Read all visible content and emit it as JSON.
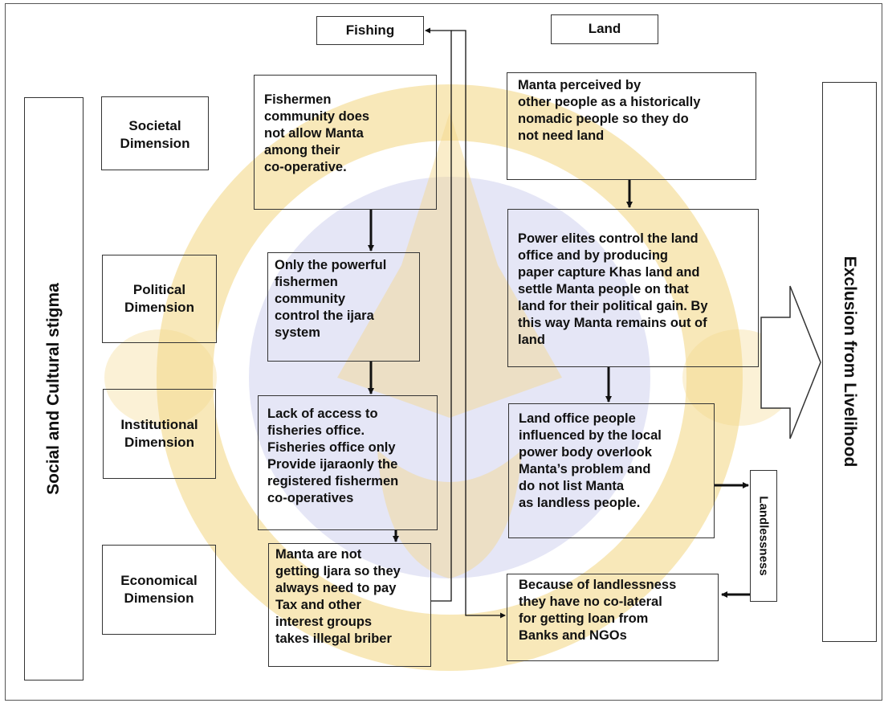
{
  "header": {
    "fishing": "Fishing",
    "land": "Land"
  },
  "side": {
    "stigma": "Social and Cultural stigma",
    "exclusion": "Exclusion from Livelihood",
    "landlessness": "Landlessness"
  },
  "dimensions": [
    "Societal\nDimension",
    "Political\nDimension",
    "Institutional\nDimension",
    "Economical\nDimension"
  ],
  "fishing_boxes": [
    "Fishermen\ncommunity does\nnot allow Manta\namong their\nco-operative.",
    "Only the powerful\nfishermen\ncommunity\ncontrol the ijara\nsystem",
    "Lack of access to\nfisheries office.\nFisheries office only\nProvide ijaraonly the\nregistered fishermen\n co-operatives",
    "Manta are not\ngetting Ijara so they\nalways need to pay\nTax and other\n interest groups\ntakes illegal briber"
  ],
  "land_boxes": [
    "Manta perceived by\nother people as a historically\nnomadic people so they do\nnot need  land",
    "Power elites   control the land\n office and by producing\npaper capture Khas land  and\nsettle Manta people on that\nland for their political gain. By\nthis way Manta remains out of\nland",
    "Land office people\ninfluenced by the local\npower body overlook\nManta’s problem and\n do not list Manta\nas landless people.",
    "Because of landlessness\n they have no co-lateral\nfor getting loan from\nBanks and NGOs"
  ],
  "colors": {
    "line": "#111111",
    "watermark_gold": "#f3d88a",
    "watermark_blue": "#c6c8ea"
  }
}
